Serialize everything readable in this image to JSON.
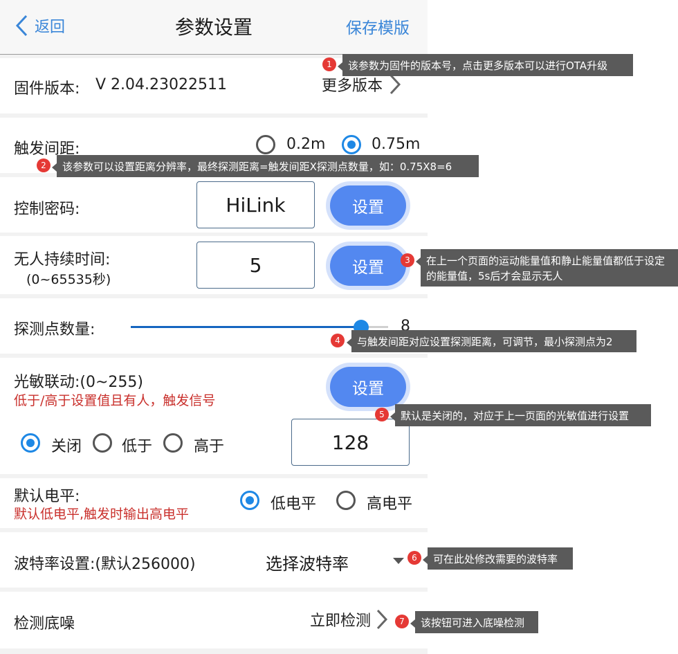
{
  "header": {
    "back_label": "返回",
    "title": "参数设置",
    "save_label": "保存模版"
  },
  "firmware": {
    "label": "固件版本:",
    "version": "V 2.04.23022511",
    "more_label": "更多版本"
  },
  "trigger": {
    "label": "触发间距:",
    "options": [
      "0.2m",
      "0.75m"
    ],
    "selected": "0.75m"
  },
  "password": {
    "label": "控制密码:",
    "value": "HiLink",
    "button": "设置"
  },
  "unmanned": {
    "label": "无人持续时间:",
    "range": "(0~65535秒)",
    "value": "5",
    "button": "设置"
  },
  "detect_points": {
    "label": "探测点数量:",
    "value": "8",
    "fraction": 0.92
  },
  "light": {
    "label": "光敏联动:(0~255)",
    "hint": "低于/高于设置值且有人，触发信号",
    "button": "设置",
    "options": [
      "关闭",
      "低于",
      "高于"
    ],
    "selected": "关闭",
    "value": "128"
  },
  "level": {
    "label": "默认电平:",
    "hint": "默认低电平,触发时输出高电平",
    "options": [
      "低电平",
      "高电平"
    ],
    "selected": "低电平"
  },
  "baud": {
    "label": "波特率设置:(默认256000)",
    "select_label": "选择波特率"
  },
  "noise": {
    "label": "检测底噪",
    "action_label": "立即检测"
  },
  "annotations": [
    {
      "num": "1",
      "text": "该参数为固件的版本号，点击更多版本可以进行OTA升级"
    },
    {
      "num": "2",
      "text": "该参数可以设置距离分辨率，最终探测距离=触发间距X探测点数量，如：0.75X8=6"
    },
    {
      "num": "3",
      "text": "在上一个页面的运动能量值和静止能量值都低于设定的能量值，5s后才会显示无人"
    },
    {
      "num": "4",
      "text": "与触发间距对应设置探测距离，可调节，最小探测点为2"
    },
    {
      "num": "5",
      "text": "默认是关闭的，对应于上一页面的光敏值进行设置"
    },
    {
      "num": "6",
      "text": "可在此处修改需要的波特率"
    },
    {
      "num": "7",
      "text": "该按钮可进入底噪检测"
    }
  ],
  "colors": {
    "accent": "#1e88e5",
    "button": "#5388f0",
    "hint_red": "#c9302c",
    "callout_bg": "#5a5a5a",
    "badge_red": "#e53935"
  }
}
